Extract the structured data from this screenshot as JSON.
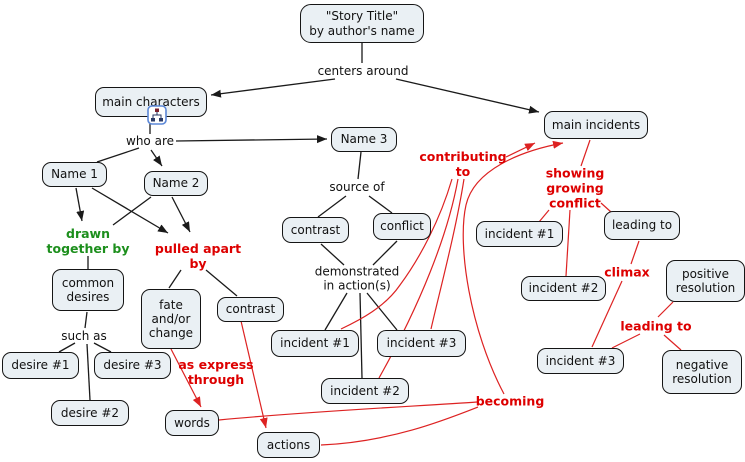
{
  "map": {
    "boxes": {
      "story_title": "\"Story Title\"\nby author's name",
      "main_characters": "main characters",
      "name1": "Name 1",
      "name2": "Name 2",
      "name3": "Name 3",
      "common_desires": "common\ndesires",
      "fate": "fate\nand/or\nchange",
      "contrast_left": "contrast",
      "desire1": "desire #1",
      "desire2": "desire #2",
      "desire3": "desire #3",
      "words": "words",
      "actions": "actions",
      "contrast_mid": "contrast",
      "conflict": "conflict",
      "incident1_mid": "incident #1",
      "incident2_mid": "incident #2",
      "incident3_mid": "incident #3",
      "main_incidents": "main incidents",
      "incident1_right": "incident #1",
      "incident2_right": "incident #2",
      "incident3_right": "incident #3",
      "leading_to_box": "leading to",
      "positive_resolution": "positive\nresolution",
      "negative_resolution": "negative\nresolution"
    },
    "labels": {
      "centers_around": "centers around",
      "who_are": "who are",
      "source_of": "source of",
      "demonstrated": "demonstrated\nin action(s)",
      "such_as": "such as",
      "drawn_together": "drawn\ntogether by",
      "pulled_apart": "pulled apart\nby",
      "as_express": "as express\nthrough",
      "contributing_to": "contributing\nto",
      "showing_growing": "showing\ngrowing\nconflict",
      "climax": "climax",
      "leading_to_text": "leading to",
      "becoming": "becoming"
    },
    "icons": {
      "main_characters_annotation": "submap-icon"
    },
    "colors": {
      "box_fill": "#eaf0f4",
      "box_border": "#151515",
      "emphasis_red": "#dd0000",
      "emphasis_green": "#1d8f1d",
      "line_black": "#1a1a1a",
      "line_red": "#dd2222",
      "icon_border": "#5b87d7"
    }
  }
}
